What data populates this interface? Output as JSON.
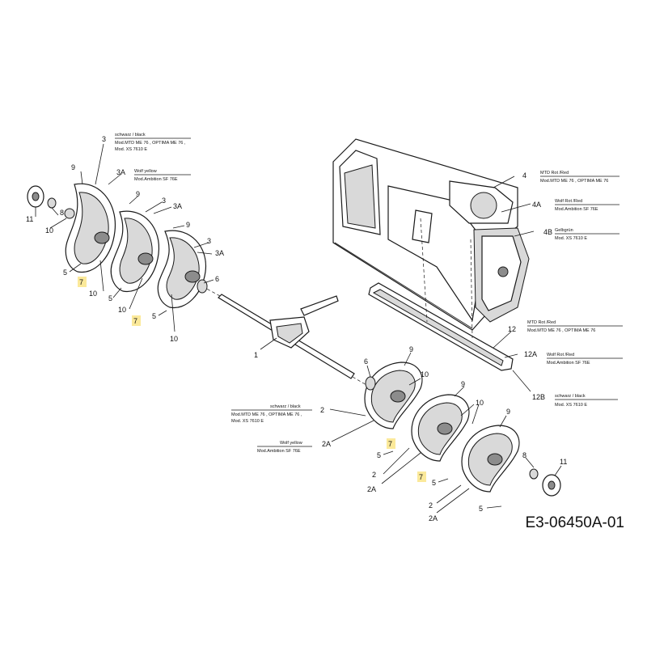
{
  "drawing_code": "E3-06450A-01",
  "callouts": {
    "c1": "1",
    "c2": "2",
    "c2a": "2A",
    "c3": "3",
    "c3a": "3A",
    "c4": "4",
    "c4a": "4A",
    "c4b": "4B",
    "c5": "5",
    "c6": "6",
    "c7": "7",
    "c8": "8",
    "c9": "9",
    "c10": "10",
    "c11": "11",
    "c12": "12",
    "c12a": "12A",
    "c12b": "12B"
  },
  "notes": {
    "n3_color": "schwarz / black",
    "n3_models1": "Mod.MTD ME 76 , OPTIMA ME 76 ,",
    "n3_models2": "Mod. XS 7610 E",
    "n3a_color": "Wolf yellow",
    "n3a_models": "Mod.Ambition  SF 76E",
    "n4_color": "MTD Rot /Red",
    "n4_models": "Mod.MTD ME 76 , OPTIMA ME 76",
    "n4a_color": "Wolf Rot /Red",
    "n4a_models": "Mod.Ambition  SF 76E",
    "n4b_color": "Gelbgrün",
    "n4b_models": "Mod. XS 7610 E",
    "n12_color": "MTD Rot /Red",
    "n12_models": "Mod.MTD ME 76 , OPTIMA ME 76",
    "n12a_color": "Wolf Rot /Red",
    "n12a_models": "Mod.Ambition  SF 76E",
    "n12b_color": "schwarz / black",
    "n12b_models": "Mod. XS 7610 E",
    "n2_color": "schwarz / black",
    "n2_models1": "Mod.MTD ME 76 , OPTIMA ME 76 ,",
    "n2_models2": "Mod. XS 7610 E",
    "n2a_color": "Wolf yellow",
    "n2a_models": "Mod.Ambition  SF 76E"
  },
  "highlight_color": "#fbe99a"
}
